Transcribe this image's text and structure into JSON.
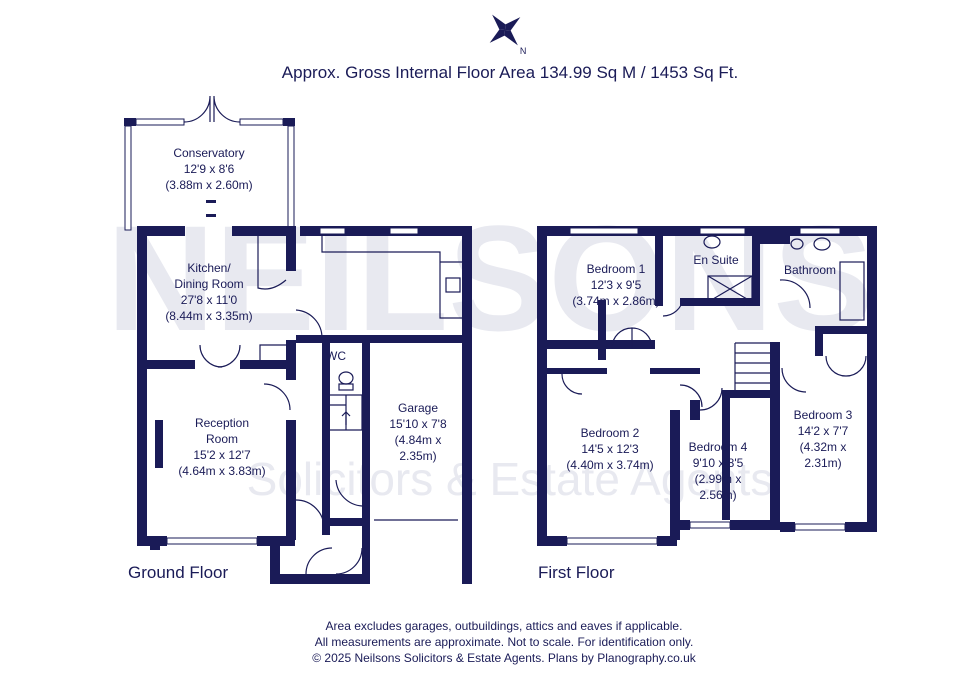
{
  "title": "Approx. Gross Internal Floor Area 134.99 Sq M / 1453 Sq Ft.",
  "watermark": {
    "name": "NEILSONS",
    "subtitle": "Solicitors & Estate Agents"
  },
  "colors": {
    "ink": "#1a1b57",
    "watermark": "#e8e9f0"
  },
  "compass_icon": "compass-rose-icon",
  "floors": [
    {
      "label": "Ground Floor"
    },
    {
      "label": "First Floor"
    }
  ],
  "rooms": {
    "conservatory": [
      "Conservatory",
      "12'9 x 8'6",
      "(3.88m x 2.60m)"
    ],
    "kitchen": [
      "Kitchen/",
      "Dining Room",
      "27'8 x 11'0",
      "(8.44m x 3.35m)"
    ],
    "wc": [
      "WC"
    ],
    "reception": [
      "Reception",
      "Room",
      "15'2 x 12'7",
      "(4.64m x 3.83m)"
    ],
    "garage": [
      "Garage",
      "15'10 x 7'8",
      "(4.84m x",
      "2.35m)"
    ],
    "bedroom1": [
      "Bedroom 1",
      "12'3 x 9'5",
      "(3.74m x 2.86m)"
    ],
    "ensuite": [
      "En Suite"
    ],
    "bathroom": [
      "Bathroom"
    ],
    "bedroom2": [
      "Bedroom 2",
      "14'5 x 12'3",
      "(4.40m x 3.74m)"
    ],
    "bedroom4": [
      "Bedroom 4",
      "9'10 x 8'5",
      "(2.99m x",
      "2.56m)"
    ],
    "bedroom3": [
      "Bedroom 3",
      "14'2 x 7'7",
      "(4.32m x",
      "2.31m)"
    ]
  },
  "footer": [
    "Area excludes garages, outbuildings, attics and eaves if applicable.",
    "All measurements are approximate. Not to scale. For identification only.",
    "© 2025 Neilsons Solicitors & Estate Agents. Plans by Planography.co.uk"
  ]
}
